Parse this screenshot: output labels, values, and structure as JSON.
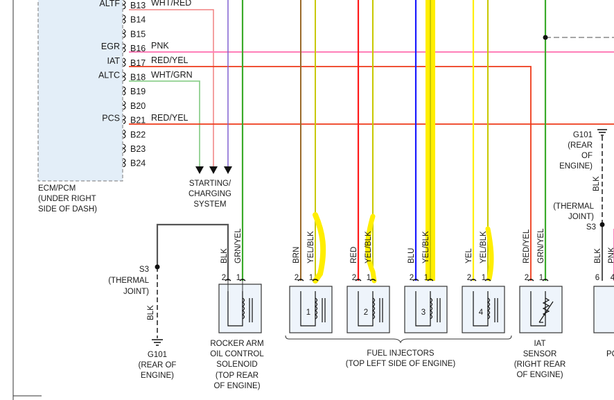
{
  "ecm": {
    "pins": [
      {
        "pin": "B13",
        "func": "ALTF",
        "wire": "WHT/RED"
      },
      {
        "pin": "B14",
        "func": "",
        "wire": ""
      },
      {
        "pin": "B15",
        "func": "",
        "wire": ""
      },
      {
        "pin": "B16",
        "func": "EGR",
        "wire": "PNK"
      },
      {
        "pin": "B17",
        "func": "IAT",
        "wire": "RED/YEL"
      },
      {
        "pin": "B18",
        "func": "ALTC",
        "wire": "WHT/GRN"
      },
      {
        "pin": "B19",
        "func": "",
        "wire": ""
      },
      {
        "pin": "B20",
        "func": "",
        "wire": ""
      },
      {
        "pin": "B21",
        "func": "PCS",
        "wire": "RED/YEL"
      },
      {
        "pin": "B22",
        "func": "",
        "wire": ""
      },
      {
        "pin": "B23",
        "func": "",
        "wire": ""
      },
      {
        "pin": "B24",
        "func": "",
        "wire": ""
      }
    ],
    "label": [
      "ECM/PCM",
      "(UNDER RIGHT",
      "SIDE OF DASH)"
    ]
  },
  "starting_system": [
    "STARTING/",
    "CHARGING",
    "SYSTEM"
  ],
  "ground_left": {
    "splice": [
      "S3",
      "(THERMAL",
      "JOINT)"
    ],
    "wire": "BLK",
    "ground": [
      "G101",
      "(REAR OF",
      "ENGINE)"
    ]
  },
  "ground_right": {
    "ground": [
      "G101",
      "(REAR",
      "OF",
      "ENGINE)"
    ],
    "wire": "BLK",
    "splice": [
      "(THERMAL",
      "JOINT)",
      "S3"
    ]
  },
  "components": {
    "rocker": {
      "wires": [
        "BLK",
        "GRN/YEL"
      ],
      "pins": [
        "2",
        "1"
      ],
      "label": [
        "ROCKER ARM",
        "OIL CONTROL",
        "SOLENOID",
        "(TOP REAR",
        "OF ENGINE)"
      ]
    },
    "injectors": [
      {
        "number": "1",
        "wires": [
          "BRN",
          "YEL/BLK"
        ],
        "pins": [
          "2",
          "1"
        ]
      },
      {
        "number": "2",
        "wires": [
          "RED",
          "YEL/BLK"
        ],
        "pins": [
          "2",
          "1"
        ]
      },
      {
        "number": "3",
        "wires": [
          "BLU",
          "YEL/BLK"
        ],
        "pins": [
          "2",
          "1"
        ]
      },
      {
        "number": "4",
        "wires": [
          "YEL",
          "YEL/BLK"
        ],
        "pins": [
          "2",
          "1"
        ]
      }
    ],
    "injectors_label": [
      "FUEL INJECTORS",
      "(TOP LEFT SIDE OF ENGINE)"
    ],
    "iat": {
      "wires": [
        "RED/YEL",
        "GRN/YEL"
      ],
      "pins": [
        "2",
        "1"
      ],
      "label": [
        "IAT",
        "SENSOR",
        "(RIGHT REAR",
        "OF ENGINE)"
      ]
    },
    "right_edge": {
      "wires": [
        "BLK",
        "PNK"
      ],
      "pins": [
        "6",
        "4"
      ],
      "label": "PC"
    }
  },
  "colors": {
    "wht_red": "#f08080",
    "pnk": "#ff7fb8",
    "red_yel": "#ee3a1a",
    "wht_grn": "#8fd08f",
    "grn_yel": "#3aaa2a",
    "brn": "#9a6a2a",
    "red": "#ff1a1a",
    "blu": "#1a1aff",
    "yel": "#ffee00",
    "yel_blk": "#c8c800",
    "blk": "#555555",
    "purple": "#8060d0",
    "box_fill": "#eef4fb"
  }
}
